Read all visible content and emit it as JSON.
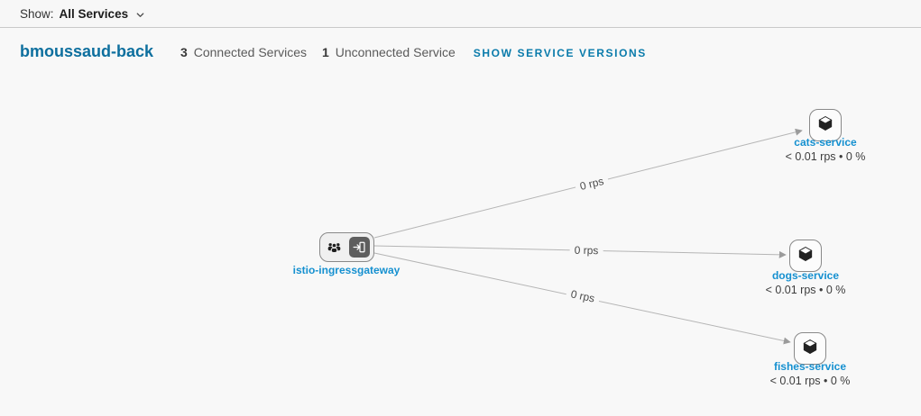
{
  "topbar": {
    "show_label": "Show:",
    "filter_value": "All Services"
  },
  "header": {
    "title": "bmoussaud-back",
    "connected_count": "3",
    "connected_label": "Connected Services",
    "unconnected_count": "1",
    "unconnected_label": "Unconnected Service",
    "versions_link": "SHOW SERVICE VERSIONS"
  },
  "graph": {
    "gateway": {
      "name": "istio-ingressgateway",
      "icons": [
        "users-icon",
        "ingress-icon"
      ]
    },
    "services": [
      {
        "name": "cats-service",
        "stats": "< 0.01 rps • 0 %",
        "icon": "cube-icon"
      },
      {
        "name": "dogs-service",
        "stats": "< 0.01 rps • 0 %",
        "icon": "cube-icon"
      },
      {
        "name": "fishes-service",
        "stats": "< 0.01 rps • 0 %",
        "icon": "cube-icon"
      }
    ],
    "edges": [
      {
        "from": "istio-ingressgateway",
        "to": "cats-service",
        "label": "0 rps"
      },
      {
        "from": "istio-ingressgateway",
        "to": "dogs-service",
        "label": "0 rps"
      },
      {
        "from": "istio-ingressgateway",
        "to": "fishes-service",
        "label": "0 rps"
      }
    ]
  },
  "colors": {
    "header_link_blue": "#0d6f9e",
    "action_link_blue": "#0a7bab",
    "node_label_blue": "#1590d0",
    "edge_gray": "#b5b5b5",
    "arrow_gray": "#9b9b9b"
  }
}
